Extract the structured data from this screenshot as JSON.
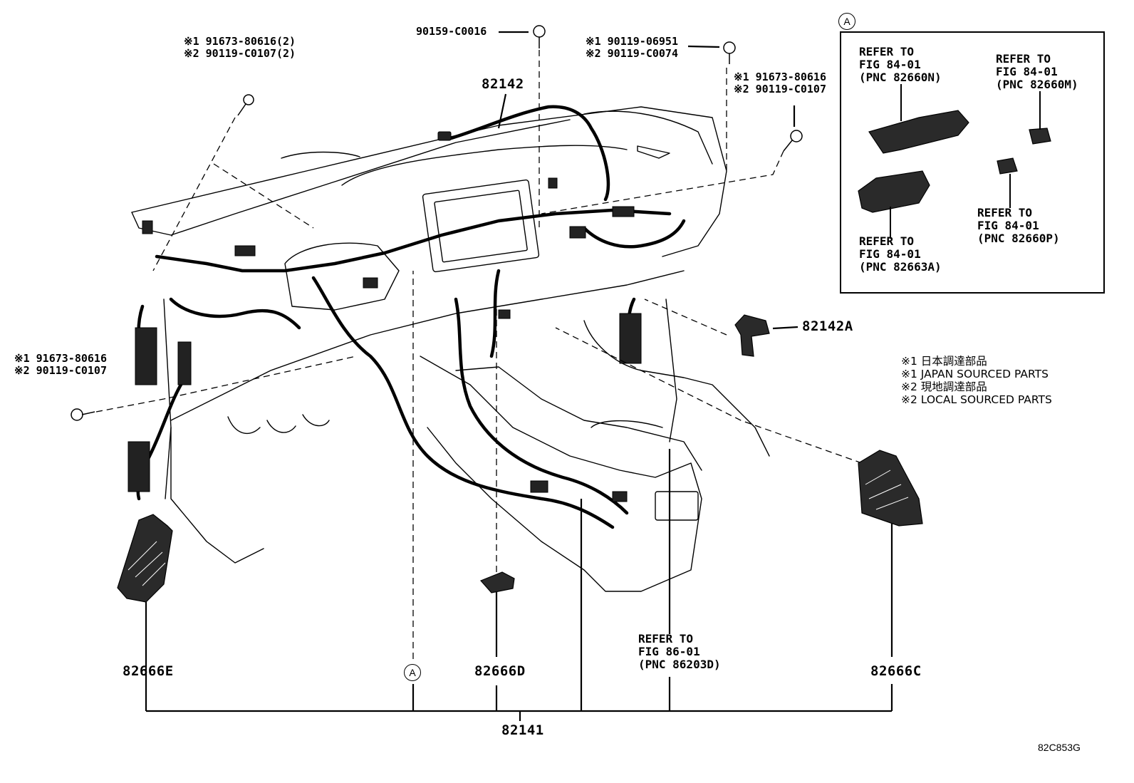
{
  "callouts": {
    "a": "※1 91673-80616(2)\n※2 90119-C0107(2)",
    "b": "90159-C0016",
    "c": "※1 90119-06951\n※2 90119-C0074",
    "d": "※1 91673-80616\n※2 90119-C0107",
    "e": "※1 91673-80616\n※2 90119-C0107",
    "p82142": "82142",
    "p82142a": "82142A",
    "p82666e": "82666E",
    "p82666d": "82666D",
    "p82666c": "82666C",
    "p82141": "82141",
    "ref86": "REFER TO\nFIG 86-01\n(PNC 86203D)",
    "circle_a": "A"
  },
  "inset": {
    "tag": "A",
    "ref_n": "REFER TO\nFIG 84-01\n(PNC 82660N)",
    "ref_m": "REFER TO\nFIG 84-01\n(PNC 82660M)",
    "ref_a": "REFER TO\nFIG 84-01\n(PNC 82663A)",
    "ref_p": "REFER TO\nFIG 84-01\n(PNC 82660P)"
  },
  "notes": "※1 日本調達部品\n※1 JAPAN SOURCED PARTS\n※2 現地調達部品\n※2 LOCAL SOURCED PARTS",
  "drawing_code": "82C853G"
}
